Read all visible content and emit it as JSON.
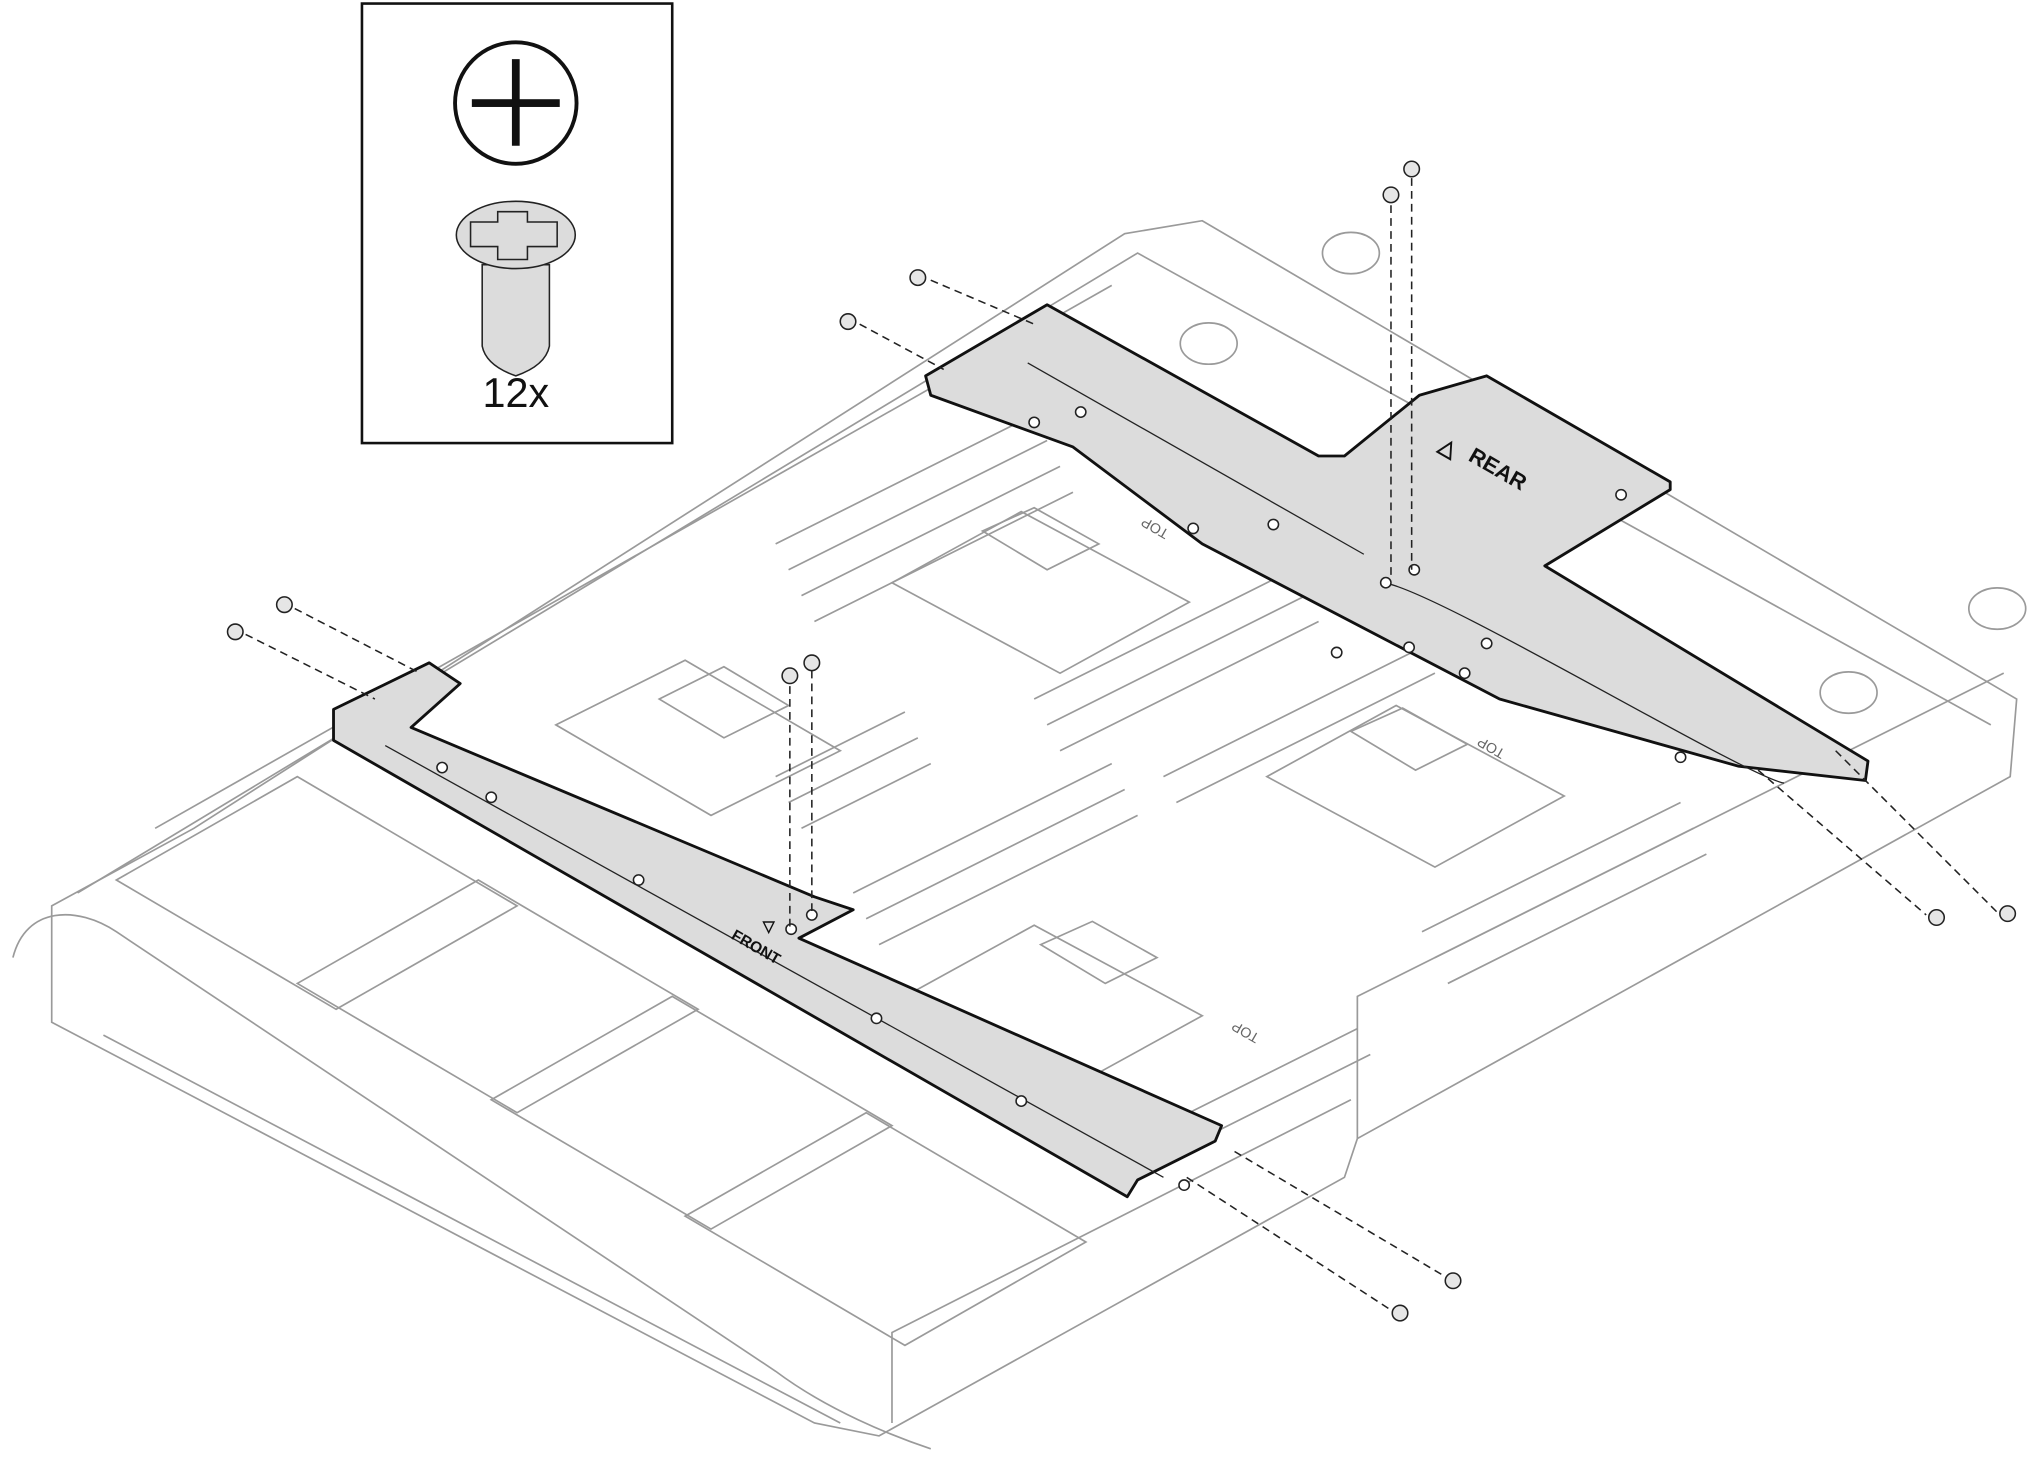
{
  "legend": {
    "driver_icon": "phillips-screwdriver-icon",
    "screw_icon": "flat-head-screw-icon",
    "quantity": "12x"
  },
  "labels": {
    "rear": "REAR",
    "front": "FRONT",
    "top": "TOP"
  },
  "colors": {
    "bracket_fill": "#dcdcdc",
    "outline": "#111111",
    "chassis_lines": "#9a9a9a"
  }
}
